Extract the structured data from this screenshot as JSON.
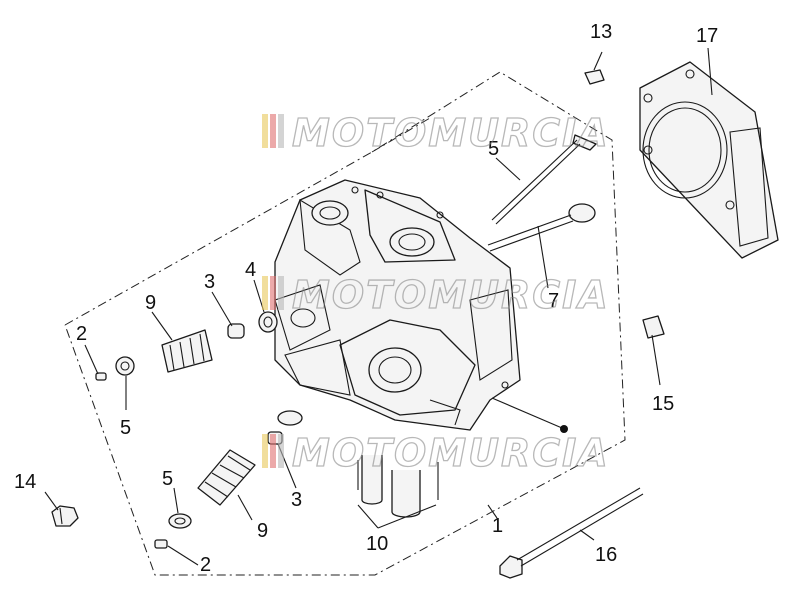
{
  "watermark": "MOTOMURCIA",
  "callouts": {
    "c1": "1",
    "c2a": "2",
    "c2b": "2",
    "c3a": "3",
    "c3b": "3",
    "c4": "4",
    "c5a": "5",
    "c5b": "5",
    "c5c": "5",
    "c7": "7",
    "c9a": "9",
    "c9b": "9",
    "c10": "10",
    "c13": "13",
    "c14": "14",
    "c15": "15",
    "c16": "16",
    "c17": "17"
  },
  "colors": {
    "line": "#1a1a1a",
    "watermark_stripes": [
      "#e8c85a",
      "#e07070",
      "#b8b8b8"
    ]
  }
}
